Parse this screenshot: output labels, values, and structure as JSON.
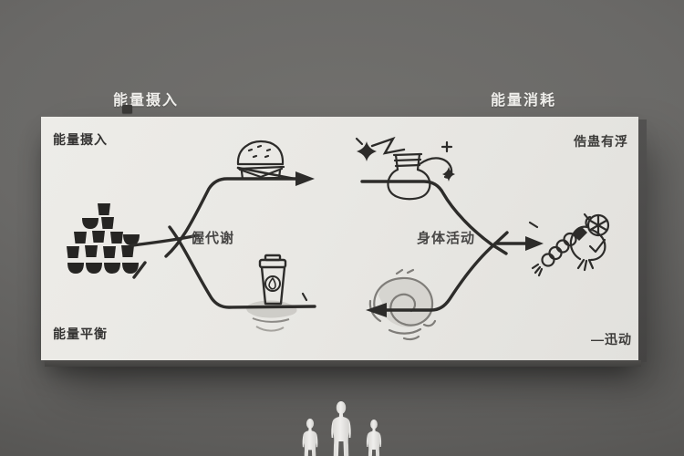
{
  "colors": {
    "background": "#6a6967",
    "board": "#e9e8e4",
    "ink": "#2d2c2a",
    "header_text": "#f0efec",
    "board_text": "#343332",
    "shadow_edge": "#4b4a48"
  },
  "header": {
    "left_label": "能量摄入",
    "right_label": "能量消耗"
  },
  "board": {
    "corner_labels": {
      "top_left": "能量摄入",
      "top_right": "俈蛊有浮",
      "bottom_left": "能量平衡",
      "bottom_right": "—迅动"
    },
    "flow_labels": {
      "left_junction": "偓代谢",
      "right_junction": "身体活动"
    }
  },
  "icons": {
    "left_stack": "stacked-bowls-icon",
    "upper_left": "hamburger-icon",
    "lower_left": "coffee-cup-icon",
    "upper_right": "kettle-sparkles-icon",
    "lower_right": "swirl-pastry-icon",
    "far_right": "whisk-citrus-icon",
    "foreground": "human-silhouettes"
  }
}
